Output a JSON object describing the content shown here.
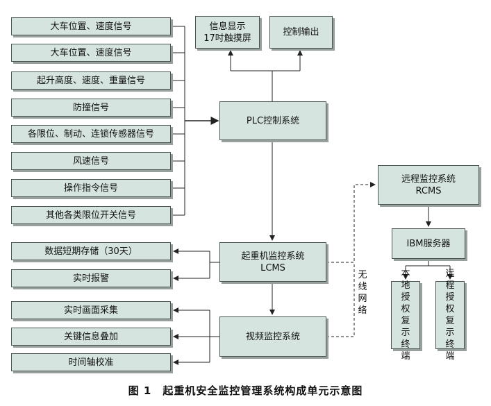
{
  "inputs": [
    "大车位置、速度信号",
    "大车位置、速度信号",
    "起升高度、速度、重量信号",
    "防撞信号",
    "各限位、制动、连锁传感器信号",
    "风速信号",
    "操作指令信号",
    "其他各类限位开关信号"
  ],
  "display": {
    "line1": "信息显示",
    "line2": "17吋触摸屏"
  },
  "control_output": "控制输出",
  "plc": "PLC控制系统",
  "lcms": {
    "line1": "起重机监控系统",
    "line2": "LCMS"
  },
  "lcms_outputs": [
    "数据短期存储（30天）",
    "实时报警"
  ],
  "video": "视频监控系统",
  "video_outputs": [
    "实时画面采集",
    "关键信息叠加",
    "时间轴校准"
  ],
  "rcms": {
    "line1": "远程监控系统",
    "line2": "RCMS"
  },
  "ibm": "IBM服务器",
  "local_replay": [
    "本",
    "地",
    "授",
    "权",
    "复",
    "示",
    "终",
    "端"
  ],
  "remote_replay": [
    "远",
    "程",
    "授",
    "权",
    "复",
    "示",
    "终",
    "端"
  ],
  "wireless_label": [
    "无",
    "线",
    "网",
    "络"
  ],
  "caption": "图 1　起重机安全监控管理系统构成单元示意图",
  "colors": {
    "box_fill": "#d5e4df",
    "box_border": "#4a5450",
    "box_shadow": "#97a09c",
    "line": "#222222"
  }
}
